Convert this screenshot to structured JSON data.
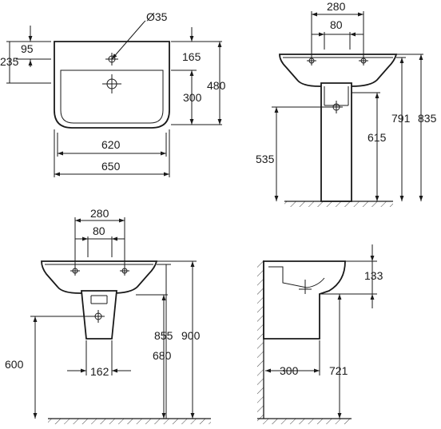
{
  "views": {
    "top_view": {
      "hole_diameter": "Ø35",
      "dim_95": "95",
      "dim_235": "235",
      "dim_165": "165",
      "dim_300": "300",
      "dim_480": "480",
      "dim_620": "620",
      "dim_650": "650"
    },
    "front_pedestal": {
      "dim_280": "280",
      "dim_80": "80",
      "dim_615": "615",
      "dim_535": "535",
      "dim_791": "791",
      "dim_835": "835"
    },
    "front_semi_pedestal": {
      "dim_280": "280",
      "dim_80": "80",
      "dim_600": "600",
      "dim_162": "162",
      "dim_680": "680",
      "dim_855": "855",
      "dim_900": "900"
    },
    "side_view": {
      "dim_133": "133",
      "dim_300": "300",
      "dim_721": "721"
    }
  }
}
